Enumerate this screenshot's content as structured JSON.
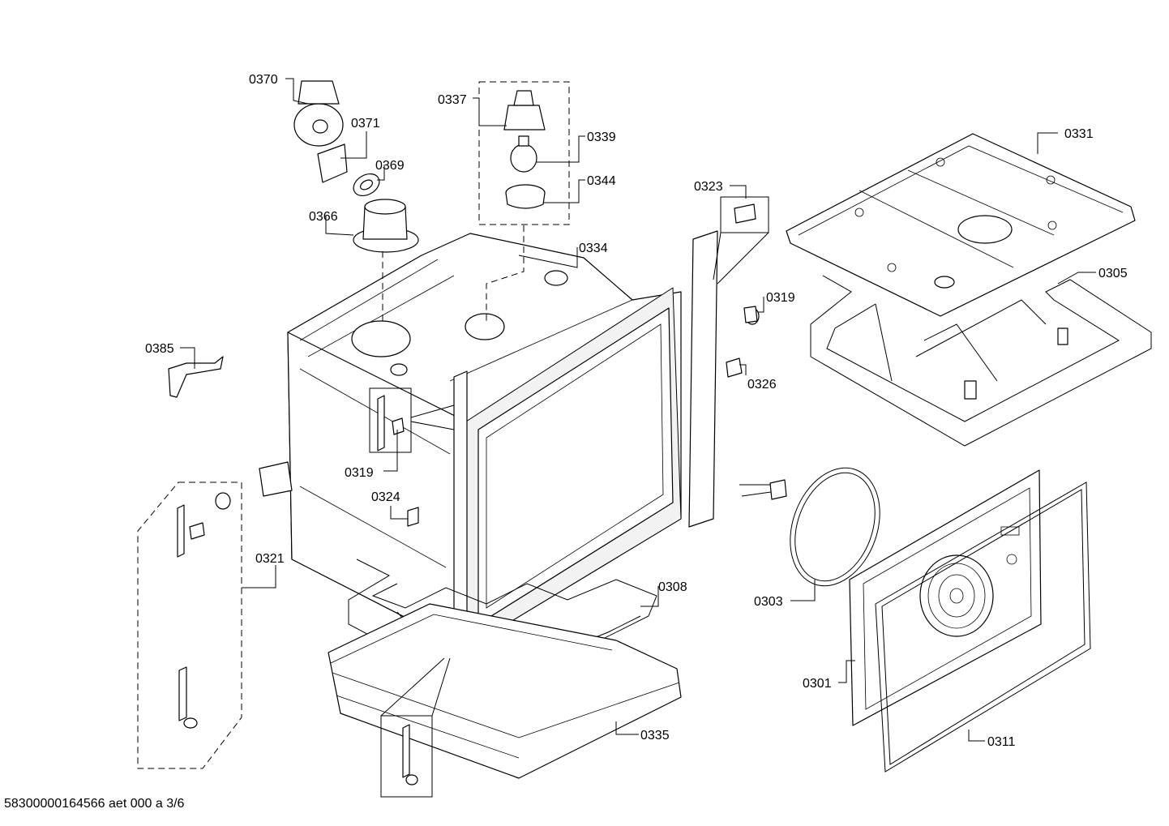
{
  "labels": {
    "p0370": "0370",
    "p0371": "0371",
    "p0369": "0369",
    "p0366": "0366",
    "p0337": "0337",
    "p0339": "0339",
    "p0344": "0344",
    "p0334": "0334",
    "p0323": "0323",
    "p0331": "0331",
    "p0305": "0305",
    "p0319a": "0319",
    "p0326": "0326",
    "p0385": "0385",
    "p0319b": "0319",
    "p0324": "0324",
    "p0321": "0321",
    "p0308": "0308",
    "p0303": "0303",
    "p0301": "0301",
    "p0335": "0335",
    "p0311": "0311"
  },
  "footer": {
    "doc_id": "58300000164566 aet 000 a 3/6"
  }
}
